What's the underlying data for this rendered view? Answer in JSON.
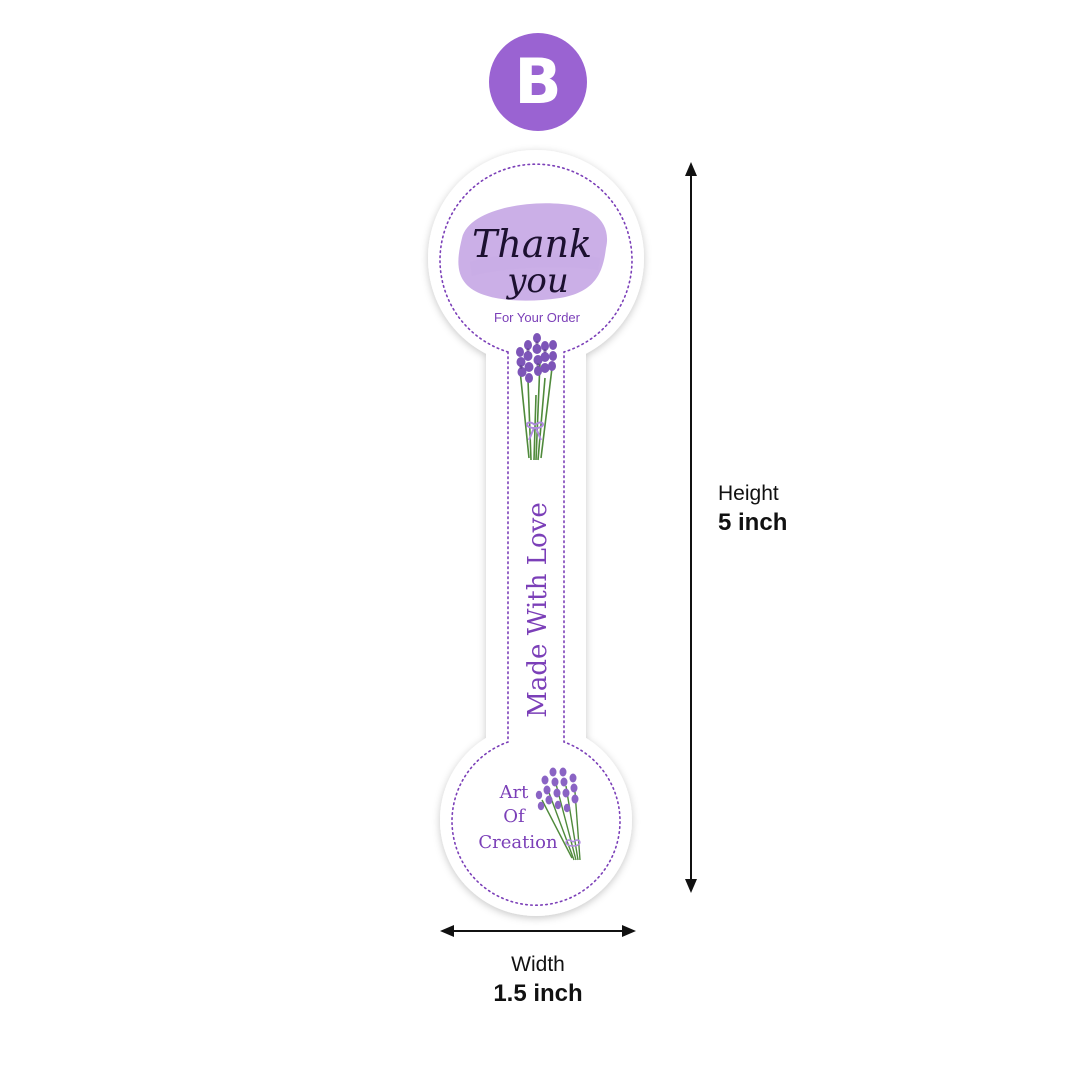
{
  "badge": {
    "letter": "B",
    "color": "#9a63d2"
  },
  "sticker": {
    "thank_line1": "Thank",
    "thank_line2": "you",
    "order_line": "For Your Order",
    "vertical_text": "Made With Love",
    "brand_line1": "Art",
    "brand_line2": "Of",
    "brand_line3": "Creation",
    "accent_color": "#7b3fb8",
    "brush_color": "#c8abe6",
    "icons": [
      "lavender-bouquet-icon",
      "lavender-sprig-icon"
    ]
  },
  "dimensions": {
    "height_caption": "Height",
    "height_value": "5 inch",
    "width_caption": "Width",
    "width_value": "1.5 inch"
  }
}
